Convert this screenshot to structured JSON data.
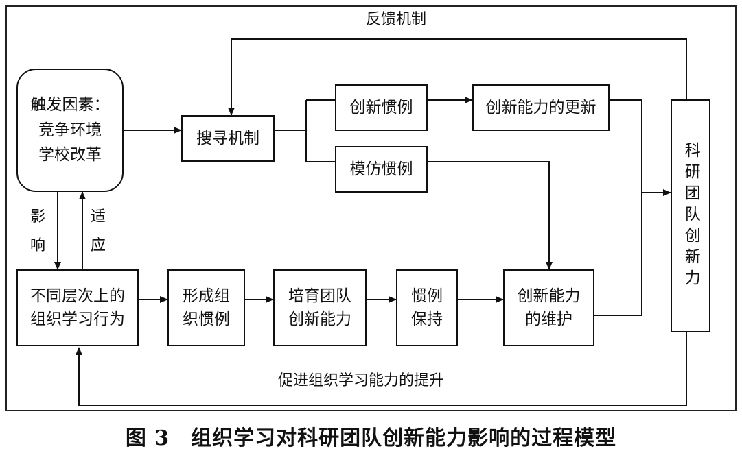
{
  "diagram": {
    "nodes": {
      "trigger": "触发因素：\n竞争环境\n学校改革",
      "search": "搜寻机制",
      "innovation_routine": "创新惯例",
      "capability_update": "创新能力的更新",
      "imitation_routine": "模仿惯例",
      "org_learning": "不同层次上的\n组织学习行为",
      "form_routine": "形成组\n织惯例",
      "cultivate": "培育团队\n创新能力",
      "routine_keep": "惯例\n保持",
      "maintain": "创新能力\n的维护",
      "team_capability": "科研团队创新力"
    },
    "edge_labels": {
      "feedback": "反馈机制",
      "influence": "影\n响",
      "adapt": "适\n应",
      "promote": "促进组织学习能力的提升"
    }
  },
  "caption": "图 3　组织学习对科研团队创新能力影响的过程模型"
}
